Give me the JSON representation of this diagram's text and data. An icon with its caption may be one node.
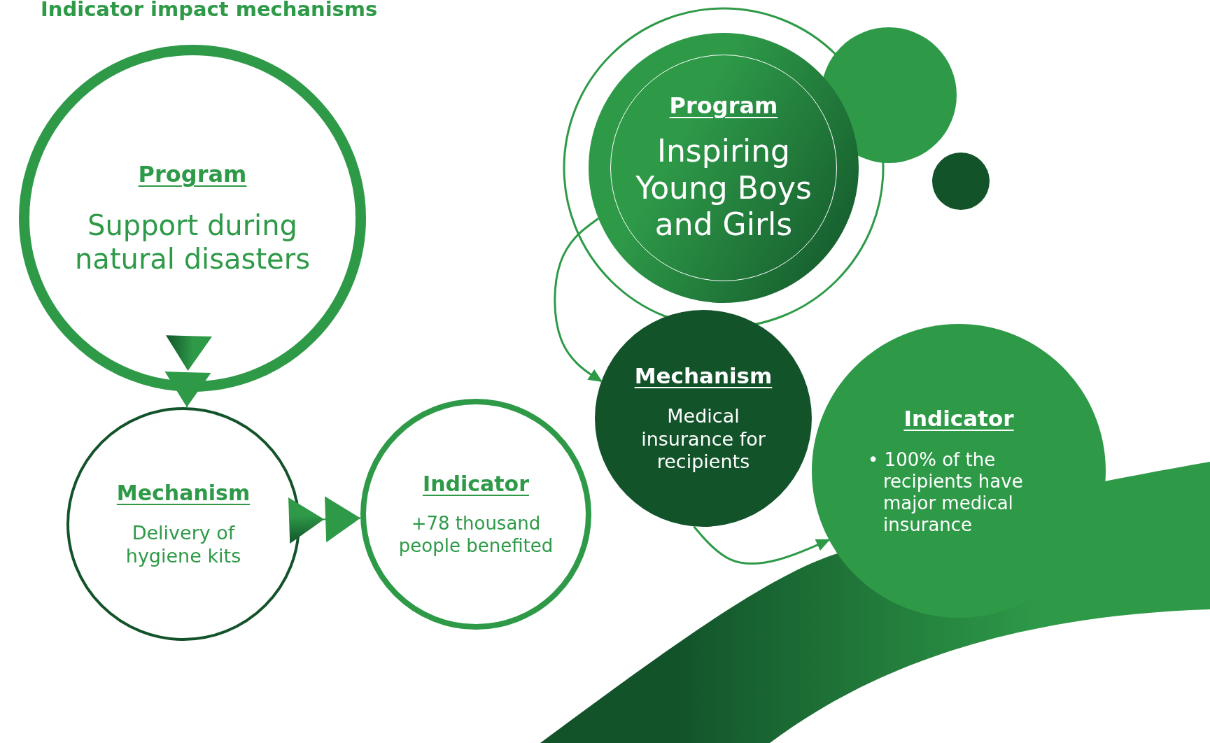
{
  "diagram": {
    "title": "Indicator impact mechanisms",
    "nodes": [
      {
        "text": [
          "Program",
          "Support during natural disasters"
        ]
      },
      {
        "text": [
          "Mechanism",
          "Delivery of hygiene kits"
        ]
      },
      {
        "text": [
          "Indicator",
          "+78 thousand people benefited"
        ]
      },
      {
        "text": [
          "Program",
          "Inspiring Young Boys and Girls"
        ]
      },
      {
        "text": [
          "Mechanism",
          "Medical insurance for recipients"
        ]
      },
      {
        "text": [
          "Indicator",
          "• 100% of the recipients have major medical insurance"
        ]
      }
    ],
    "edges": [
      {
        "from": 0,
        "to": 1,
        "arrow": "to"
      },
      {
        "from": 1,
        "to": 2,
        "arrow": "to"
      },
      {
        "from": 3,
        "to": 4,
        "arrow": "to"
      },
      {
        "from": 4,
        "to": 5,
        "arrow": "to"
      }
    ]
  }
}
